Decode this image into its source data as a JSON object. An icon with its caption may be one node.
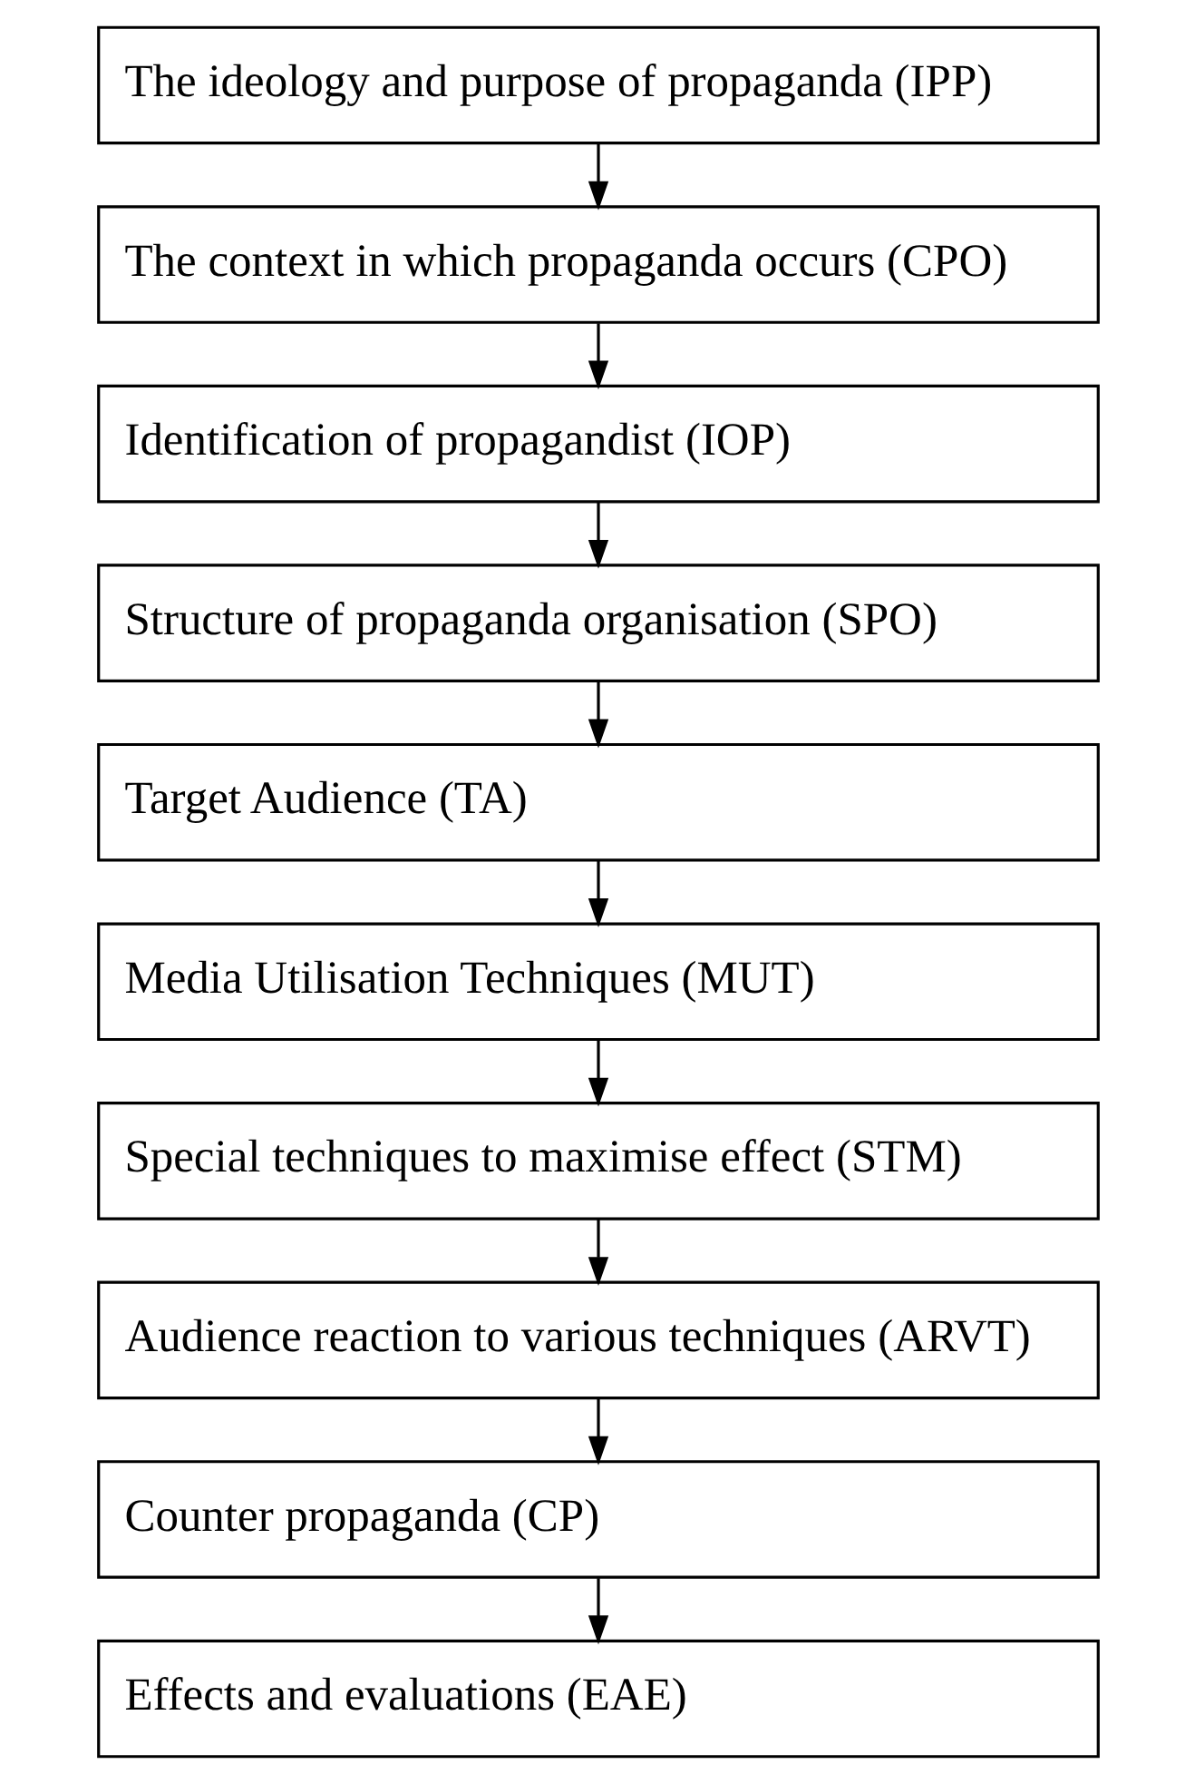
{
  "diagram": {
    "nodes": [
      {
        "text": [
          "The ideology and purpose of propaganda (IPP)"
        ]
      },
      {
        "text": [
          "The context in which propaganda occurs (CPO)"
        ]
      },
      {
        "text": [
          "Identification of propagandist (IOP)"
        ]
      },
      {
        "text": [
          "Structure of propaganda organisation (SPO)"
        ]
      },
      {
        "text": [
          "Target Audience (TA)"
        ]
      },
      {
        "text": [
          "Media Utilisation Techniques (MUT)"
        ]
      },
      {
        "text": [
          "Special techniques to maximise effect (STM)"
        ]
      },
      {
        "text": [
          "Audience reaction to various techniques (ARVT)"
        ]
      },
      {
        "text": [
          "Counter propaganda (CP)"
        ]
      },
      {
        "text": [
          "Effects and evaluations (EAE)"
        ]
      }
    ],
    "edges": [
      {
        "from": 0,
        "to": 1,
        "arrow": "to"
      },
      {
        "from": 1,
        "to": 2,
        "arrow": "to"
      },
      {
        "from": 2,
        "to": 3,
        "arrow": "to"
      },
      {
        "from": 3,
        "to": 4,
        "arrow": "to"
      },
      {
        "from": 4,
        "to": 5,
        "arrow": "to"
      },
      {
        "from": 5,
        "to": 6,
        "arrow": "to"
      },
      {
        "from": 6,
        "to": 7,
        "arrow": "to"
      },
      {
        "from": 7,
        "to": 8,
        "arrow": "to"
      },
      {
        "from": 8,
        "to": 9,
        "arrow": "to"
      }
    ]
  }
}
